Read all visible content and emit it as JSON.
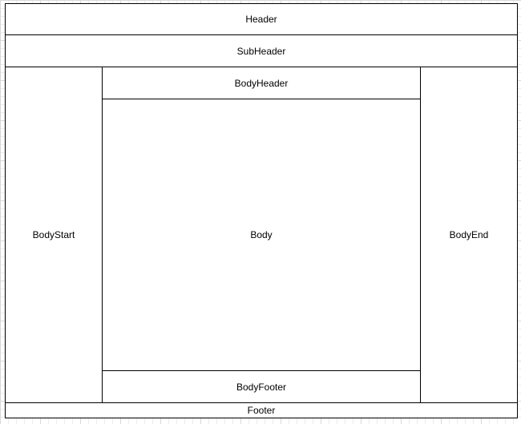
{
  "canvas": {
    "background_color": "#ffffff",
    "grid_minor_color": "#ebebeb",
    "grid_major_color": "#d8d8d8"
  },
  "diagram": {
    "border_color": "#000000",
    "fill_color": "#ffffff",
    "text_color": "#000000",
    "regions": {
      "header": {
        "label": "Header"
      },
      "subheader": {
        "label": "SubHeader"
      },
      "body_start": {
        "label": "BodyStart"
      },
      "body_header": {
        "label": "BodyHeader"
      },
      "body": {
        "label": "Body"
      },
      "body_footer": {
        "label": "BodyFooter"
      },
      "body_end": {
        "label": "BodyEnd"
      },
      "footer": {
        "label": "Footer"
      }
    }
  }
}
